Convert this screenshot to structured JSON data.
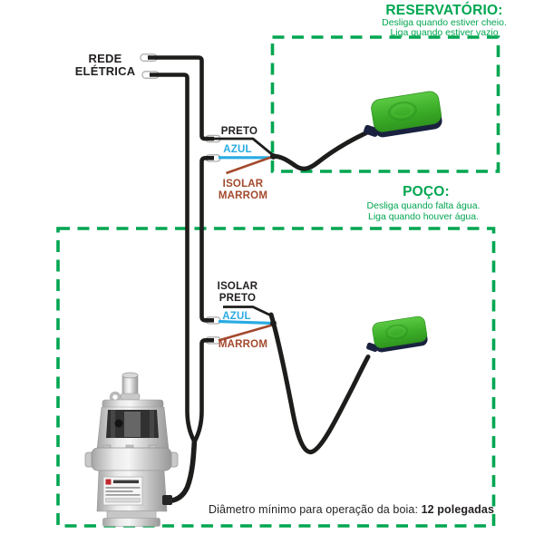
{
  "colors": {
    "green": "#00A651",
    "cyan": "#29ABE2",
    "brown": "#A3492C",
    "wire": "#1D1D1B",
    "ink": "#231F20",
    "float-green": "#3EB22C",
    "float-band": "#1A2240"
  },
  "reservatorio": {
    "title": "RESERVATÓRIO:",
    "line1": "Desliga quando estiver cheio.",
    "line2": "Liga quando estiver vazio"
  },
  "poco": {
    "title": "POÇO:",
    "line1": "Desliga quando falta água.",
    "line2": "Liga quando houver água."
  },
  "rede_eletrica": {
    "line1": "REDE",
    "line2": "ELÉTRICA"
  },
  "junction_reservatorio": {
    "preto": "PRETO",
    "azul": "AZUL",
    "isolar": "ISOLAR",
    "marrom": "MARROM"
  },
  "junction_poco": {
    "isolar": "ISOLAR",
    "preto": "PRETO",
    "azul": "AZUL",
    "marrom": "MARROM"
  },
  "footer": {
    "label": "Diâmetro mínimo para operação da boia: ",
    "value": "12 polegadas"
  }
}
